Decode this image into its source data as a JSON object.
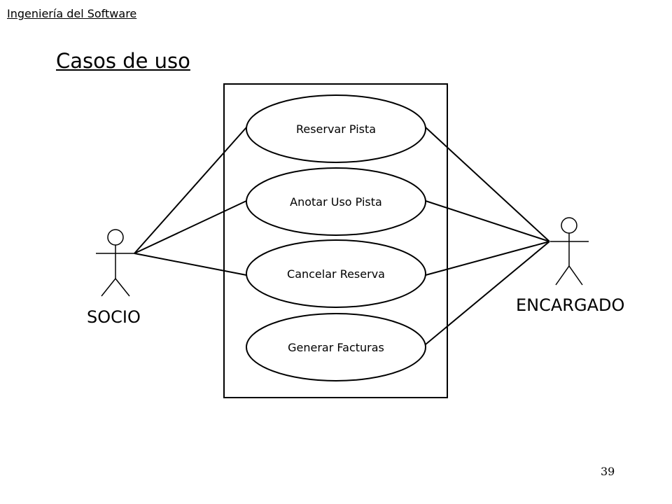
{
  "header": {
    "course": "Ingeniería del Software"
  },
  "slide": {
    "title": "Casos de uso",
    "page_number": "39"
  },
  "diagram": {
    "actors": [
      {
        "label": "SOCIO"
      },
      {
        "label": "ENCARGADO"
      }
    ],
    "use_cases": [
      {
        "label": "Reservar Pista"
      },
      {
        "label": "Anotar Uso Pista"
      },
      {
        "label": "Cancelar Reserva"
      },
      {
        "label": "Generar Facturas"
      }
    ]
  }
}
